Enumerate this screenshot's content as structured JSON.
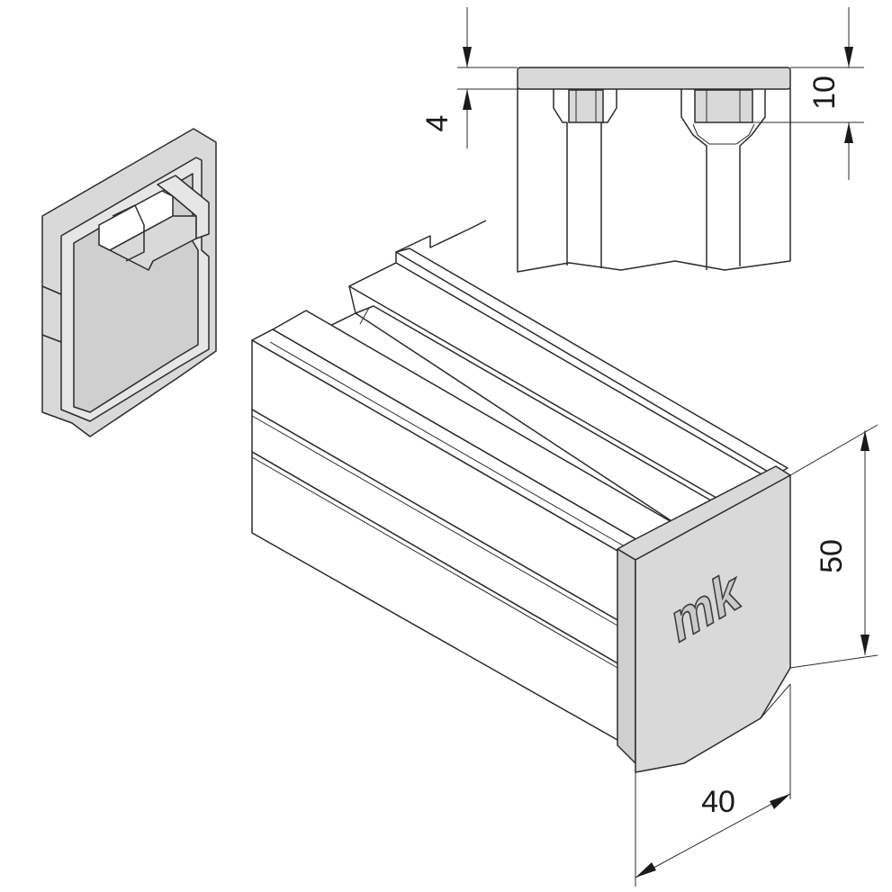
{
  "dimensions": {
    "top_left": "4",
    "top_right": "10",
    "right_height": "50",
    "bottom_width": "40"
  },
  "logo": "mk",
  "colors": {
    "cap_gray": "#d9d9d9",
    "outline": "#2b2b2b",
    "background": "#ffffff"
  }
}
